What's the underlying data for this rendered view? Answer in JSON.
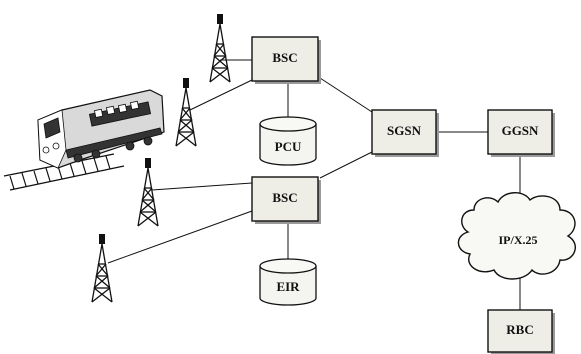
{
  "nodes": {
    "bsc_top": {
      "label": "BSC"
    },
    "bsc_bottom": {
      "label": "BSC"
    },
    "sgsn": {
      "label": "SGSN"
    },
    "ggsn": {
      "label": "GGSN"
    },
    "rbc": {
      "label": "RBC"
    },
    "pcu": {
      "label": "PCU"
    },
    "eir": {
      "label": "EIR"
    },
    "network": {
      "label": "IP/X.25"
    }
  },
  "icons": {
    "tower": "antenna-tower-icon",
    "database": "database-cylinder-icon",
    "cloud": "network-cloud-icon",
    "train": "train-icon"
  }
}
